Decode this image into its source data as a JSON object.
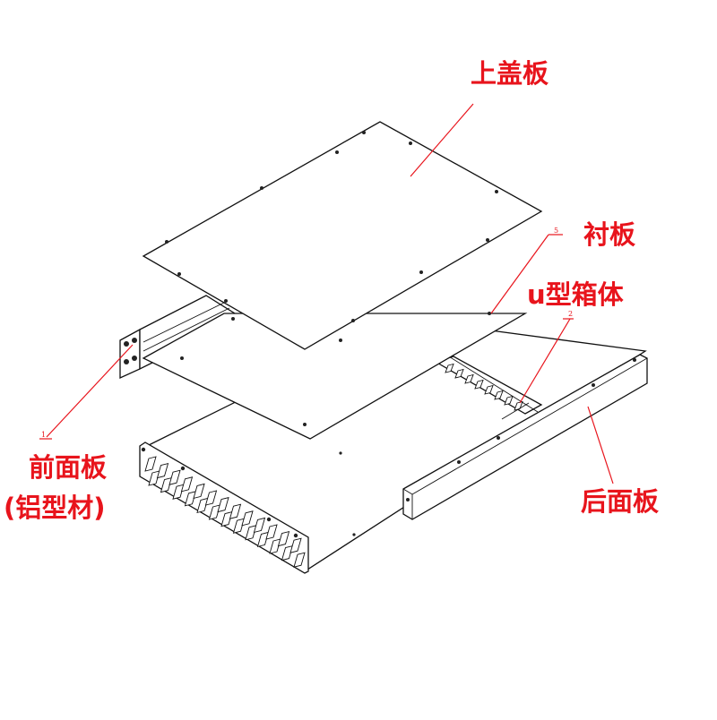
{
  "labels": {
    "top_cover": "上盖板",
    "liner": "衬板",
    "u_box": "u型箱体",
    "front_panel": "前面板",
    "front_panel_note": "(铝型材)",
    "rear_panel": "后面板"
  },
  "part_numbers": {
    "liner": "5",
    "u_box": "2",
    "front_panel": "1"
  },
  "colors": {
    "annotation": "#e8141c",
    "line": "#111111"
  }
}
